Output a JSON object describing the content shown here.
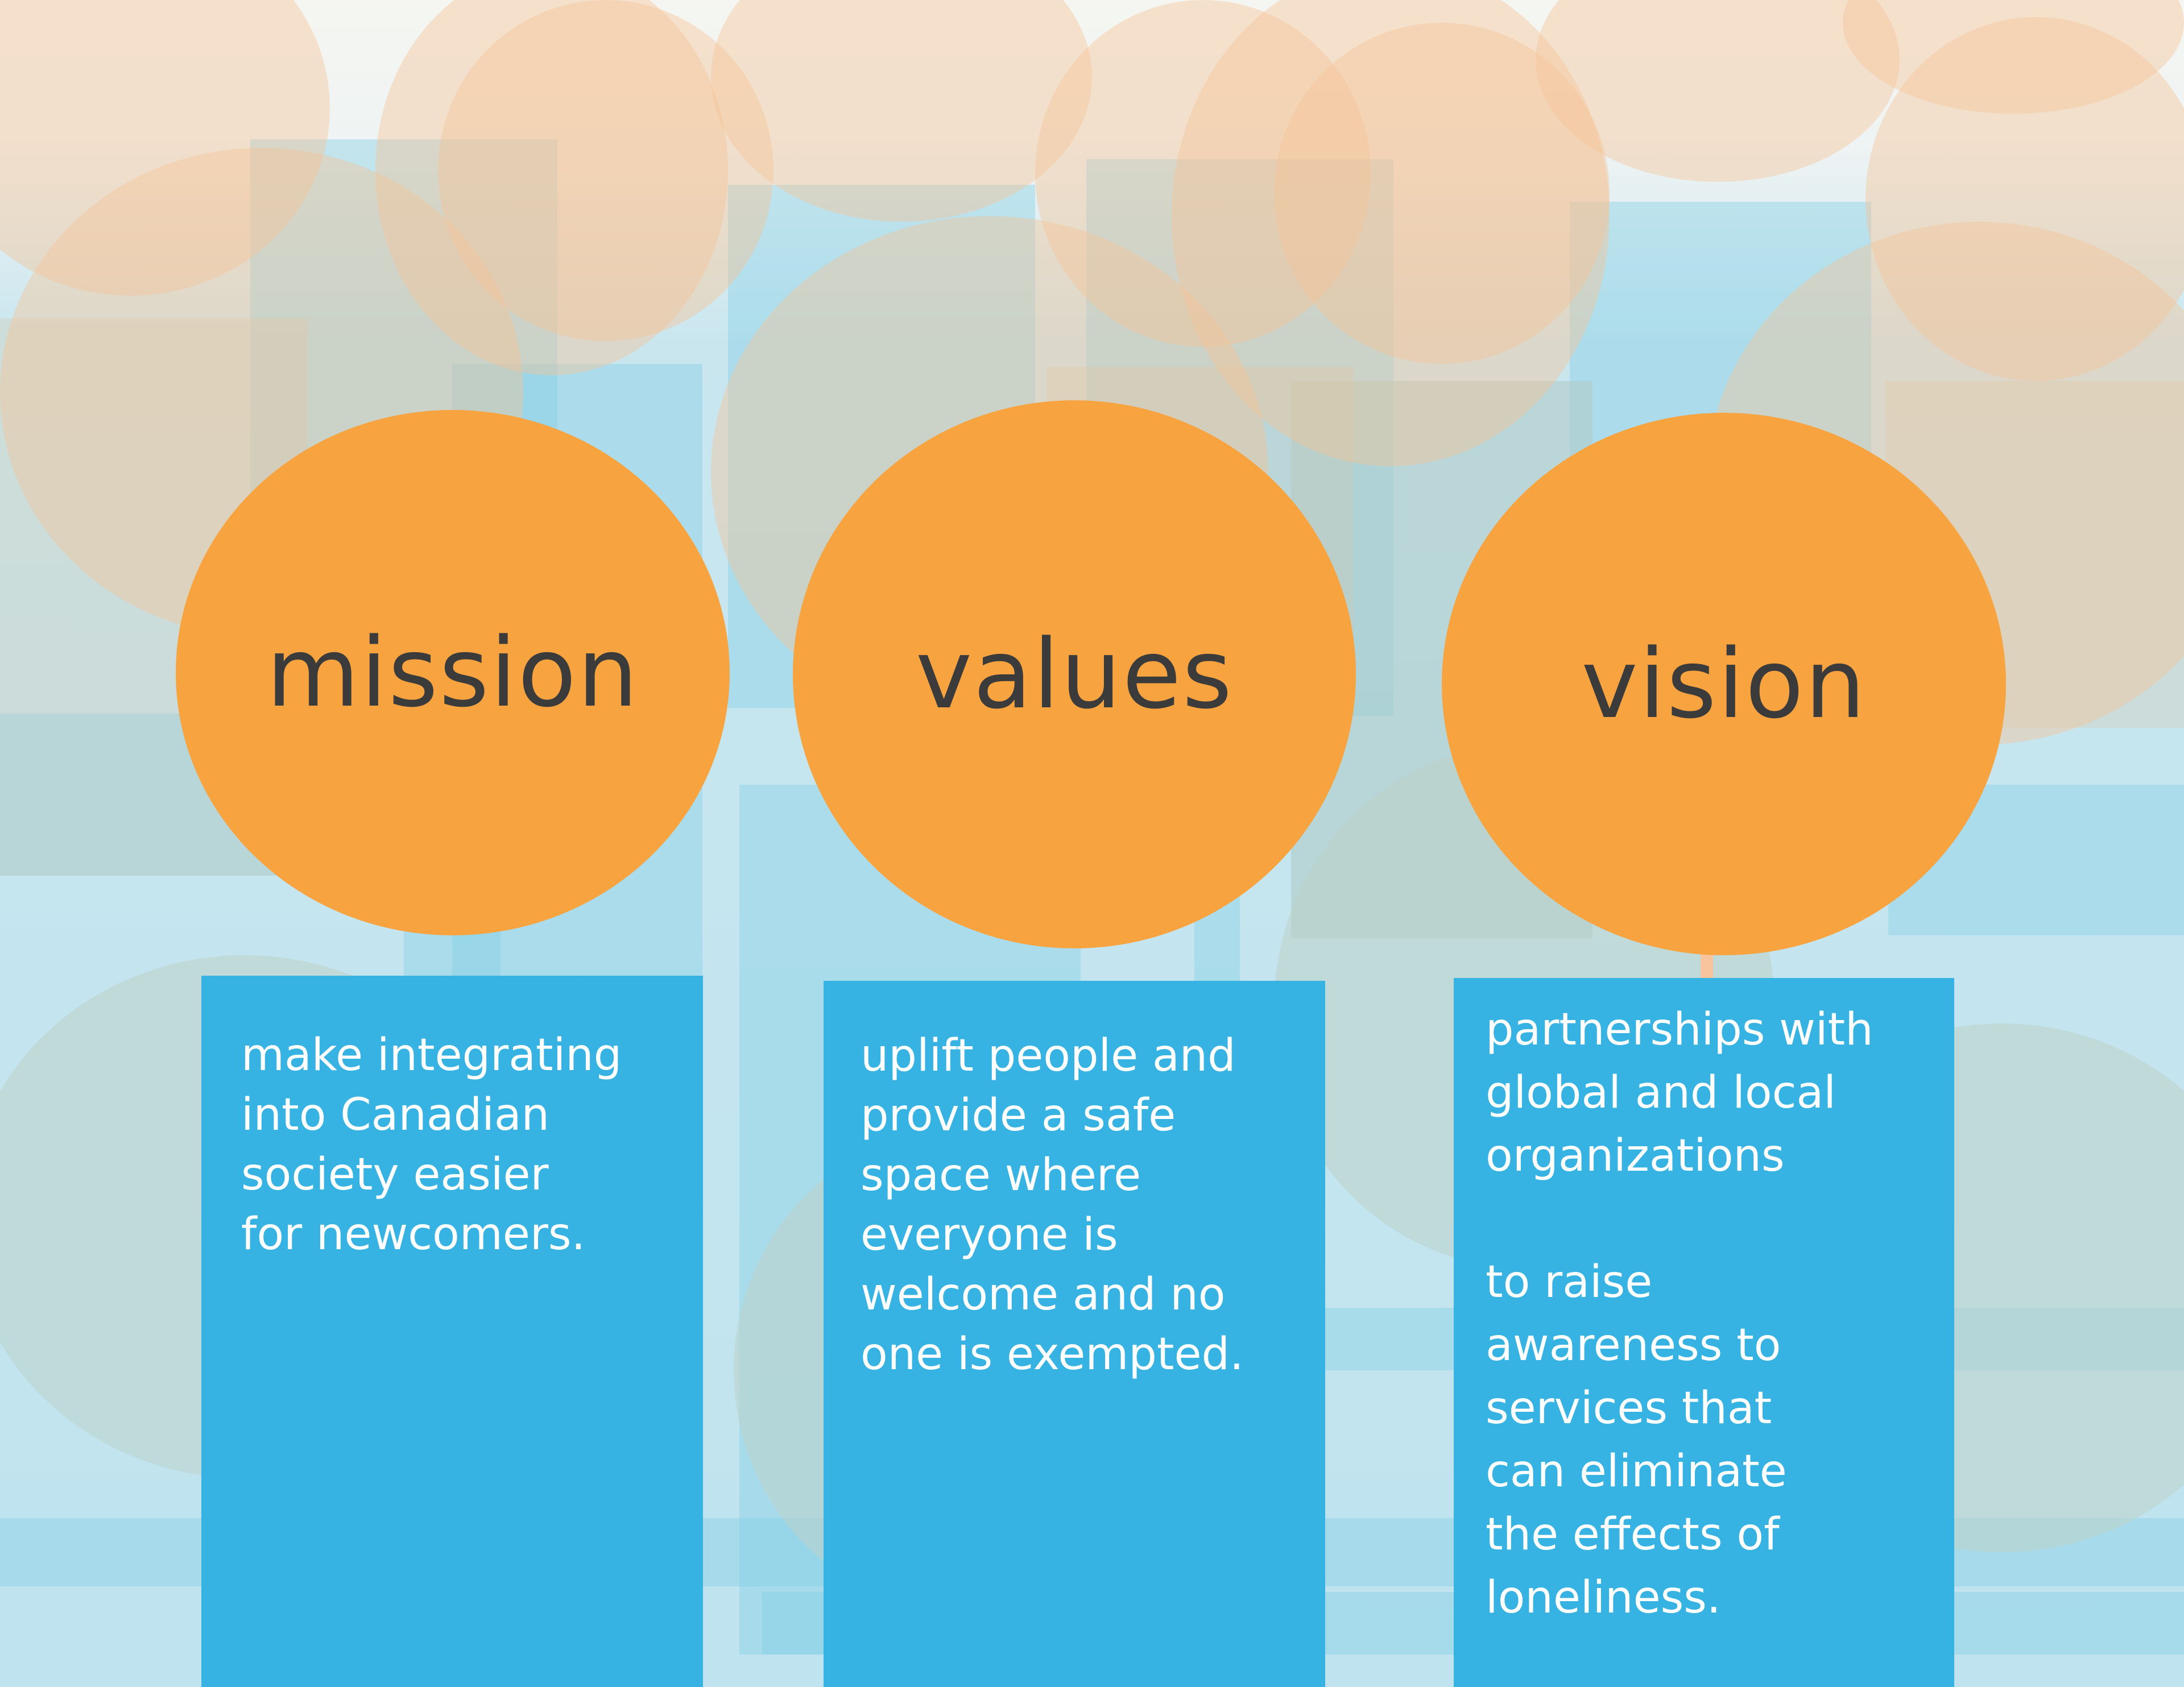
{
  "cards": [
    {
      "heading": "mission",
      "body": "make integrating\ninto Canadian\nsociety easier\nfor newcomers."
    },
    {
      "heading": "values",
      "body": "uplift people and\nprovide a safe\nspace where\neveryone is\nwelcome and no\none is exempted."
    },
    {
      "heading": "vision",
      "body_part1": "partnerships with\nglobal and local\norganizations",
      "body_part2": "to raise\nawareness to\nservices that\ncan eliminate\nthe effects of\nloneliness."
    }
  ],
  "colors": {
    "circle": "#f7a340",
    "panel": "#36b3e2",
    "heading_text": "#3b3b3b",
    "panel_text": "#ffffff"
  }
}
